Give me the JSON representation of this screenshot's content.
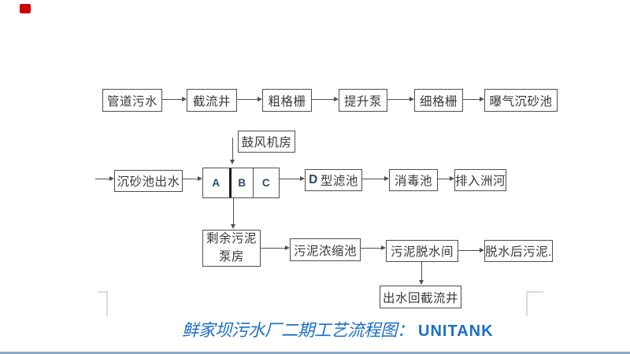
{
  "marker": {
    "color": "#cc0000"
  },
  "diagram": {
    "row1": {
      "boxes": [
        "管道污水",
        "截流井",
        "粗格栅",
        "提升泵",
        "细格栅",
        "曝气沉砂池"
      ]
    },
    "blower": {
      "label": "鼓风机房"
    },
    "row2": {
      "inlet": "沉砂池出水",
      "unitank_cells": [
        "A",
        "B",
        "C"
      ],
      "filter_prefix": "D",
      "filter_suffix": "型滤池",
      "disinfection": "消毒池",
      "outfall": "排入洲河"
    },
    "row3": {
      "pump_house_line1": "剩余污泥",
      "pump_house_line2": "泵房",
      "thickener": "污泥浓缩池",
      "dewatering": "污泥脱水间",
      "dewatered_sludge": "脱水后污泥."
    },
    "return_well": "出水回截流井"
  },
  "caption": {
    "prefix": "鲜家坝污水厂二期工艺流程图：",
    "highlight": "UNITANK",
    "color": "#1b6ec8"
  },
  "colors": {
    "box_border": "#4f4f4f",
    "box_text": "#383838",
    "latin_letter": "#274a6d",
    "thick_divider": "#1c1c1c",
    "corner_mark": "#dadada",
    "footer_line": "#8ba6c4"
  }
}
